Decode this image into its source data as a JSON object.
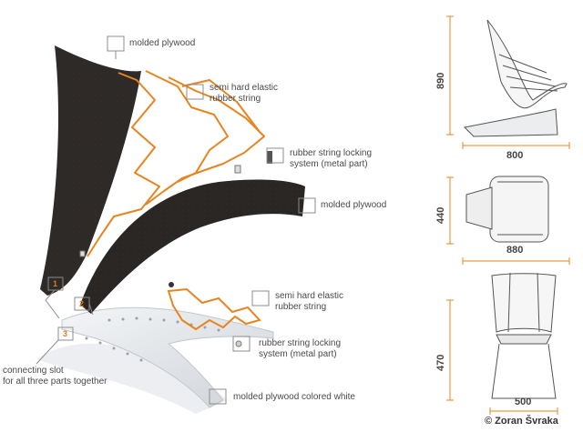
{
  "callouts": {
    "molded_plywood_top": "molded plywood",
    "rubber_string_top_line1": "semi hard elastic",
    "rubber_string_top_line2": "rubber string",
    "locking_top_line1": "rubber string locking",
    "locking_top_line2": "system (metal part)",
    "molded_plywood_mid": "molded plywood",
    "rubber_string_bottom_line1": "semi hard elastic",
    "rubber_string_bottom_line2": "rubber string",
    "locking_bottom_line1": "rubber string locking",
    "locking_bottom_line2": "system (metal part)",
    "connecting_line1": "connecting slot",
    "connecting_line2": "for all three parts together",
    "molded_white": "molded plywood colored white"
  },
  "part_numbers": [
    "1",
    "2",
    "3"
  ],
  "dimensions": {
    "height_side": "890",
    "depth_side": "800",
    "depth_top": "440",
    "width_top": "880",
    "height_front": "470",
    "width_front": "500"
  },
  "copyright": "© Zoran Švraka",
  "colors": {
    "accent": "#e8841f",
    "plywood": "#2e2a27",
    "white_part": "#e9ecef",
    "callout_box": "#8c8c8c"
  }
}
